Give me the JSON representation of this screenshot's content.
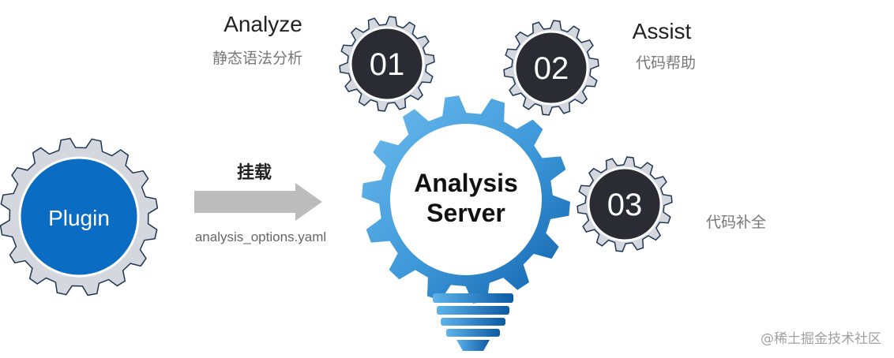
{
  "plugin": {
    "label": "Plugin",
    "color": "#0a6cc2",
    "ring_color": "#d4d8de",
    "edge_color": "#1f3552"
  },
  "connector": {
    "label": "挂载",
    "caption": "analysis_options.yaml",
    "arrow_color": "#bcbcbc"
  },
  "server": {
    "title_line1": "Analysis",
    "title_line2": "Server",
    "gear_light": "#53a9e3",
    "gear_dark": "#0a60b0",
    "base_color": "#1a7ccc"
  },
  "features": [
    {
      "number": "01",
      "title": "Analyze",
      "subtitle": "静态语法分析"
    },
    {
      "number": "02",
      "title": "Assist",
      "subtitle": "代码帮助"
    },
    {
      "number": "03",
      "title": "",
      "subtitle": "代码补全"
    }
  ],
  "small_gear": {
    "disc_color": "#2a2b33",
    "ring_color": "#d4d8de",
    "edge_color": "#1f3552"
  },
  "watermark": "@稀土掘金技术社区"
}
